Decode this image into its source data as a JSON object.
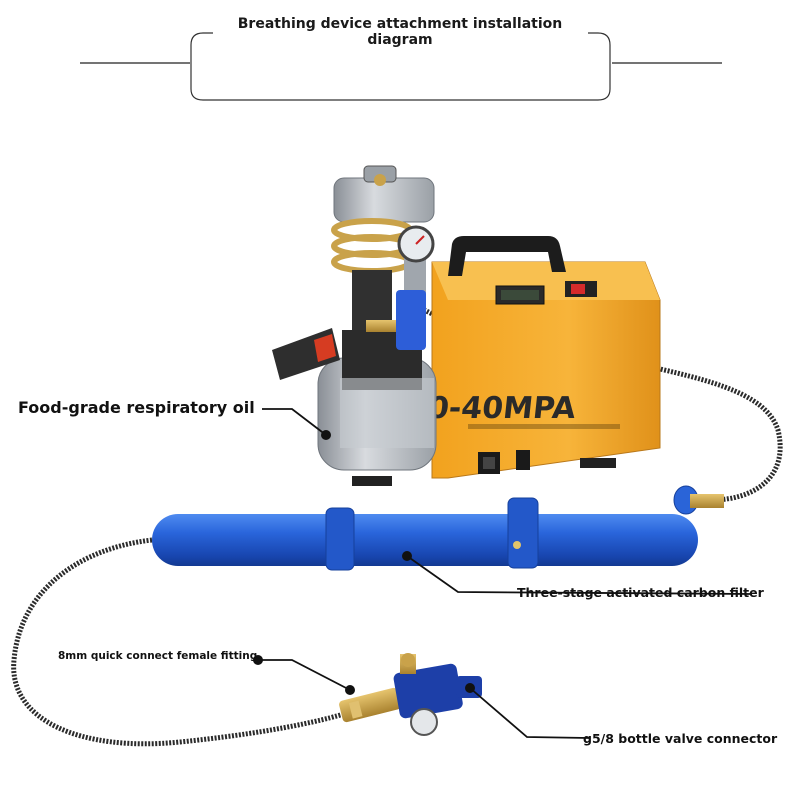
{
  "header": {
    "title": "Breathing device attachment installation diagram"
  },
  "compressor": {
    "pressure_label": "0-40MPA"
  },
  "callouts": {
    "oil": "Food-grade respiratory oil",
    "filter": "Three-stage activated carbon filter",
    "quick_connect": "8mm quick connect female fitting",
    "bottle_valve": "g5/8 bottle valve connector"
  },
  "colors": {
    "compressor_body": "#f5a623",
    "filter_tube": "#1f5fd6",
    "valve_block": "#1d3fa8",
    "hose": "#2b2b2b",
    "brass": "#c9a24a"
  }
}
